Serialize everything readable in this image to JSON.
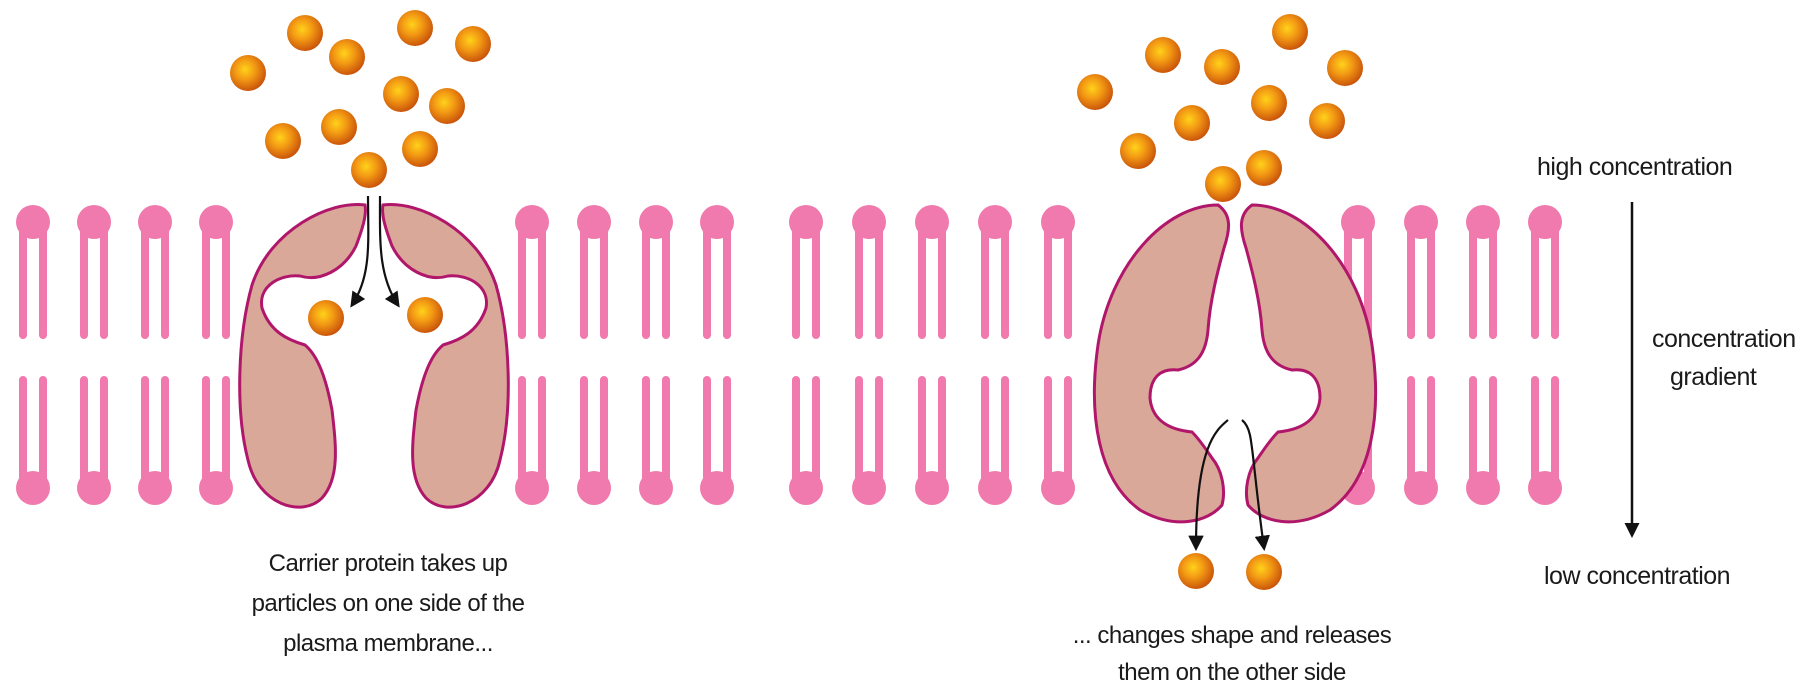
{
  "diagram": {
    "labels": {
      "high_concentration": "high concentration",
      "concentration_gradient_line1": "concentration",
      "concentration_gradient_line2": "gradient",
      "low_concentration": "low concentration"
    },
    "captions": {
      "left": [
        "Carrier protein takes up",
        "particles on one side of the",
        "plasma membrane..."
      ],
      "right": [
        "... changes shape and releases",
        "them on the other side"
      ]
    },
    "colors": {
      "membrane": "#f07aae",
      "protein_fill": "#d9a898",
      "protein_outline": "#b0176b",
      "particle_core": "#ffd21a",
      "particle_mid": "#f39a14",
      "particle_edge": "#c8520a",
      "arrow": "#111111",
      "text": "#1a1a1a"
    }
  }
}
